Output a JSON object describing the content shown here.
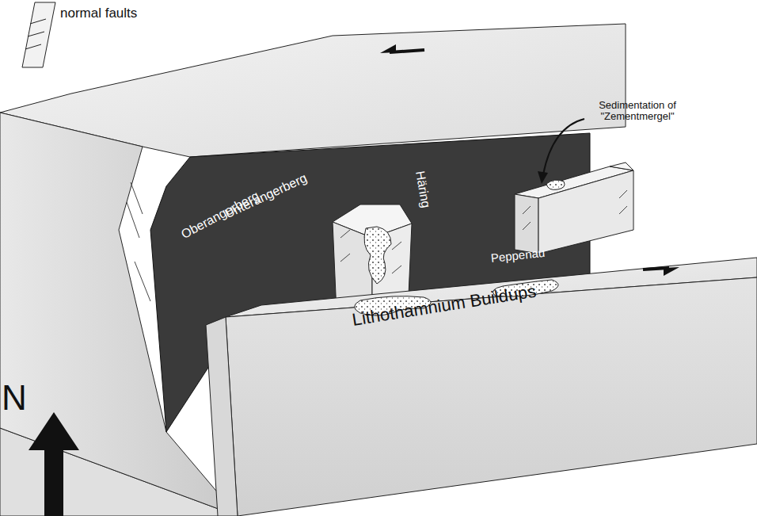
{
  "diagram": {
    "labels": [
      "Sedimentation of \"Zementmergel\"",
      "Oberangerberg",
      "Unterangerberg",
      "Häring",
      "Peppenau",
      "Lithothamnium Buildups",
      "N"
    ],
    "legend": [
      {
        "text": "normal faults"
      }
    ]
  }
}
